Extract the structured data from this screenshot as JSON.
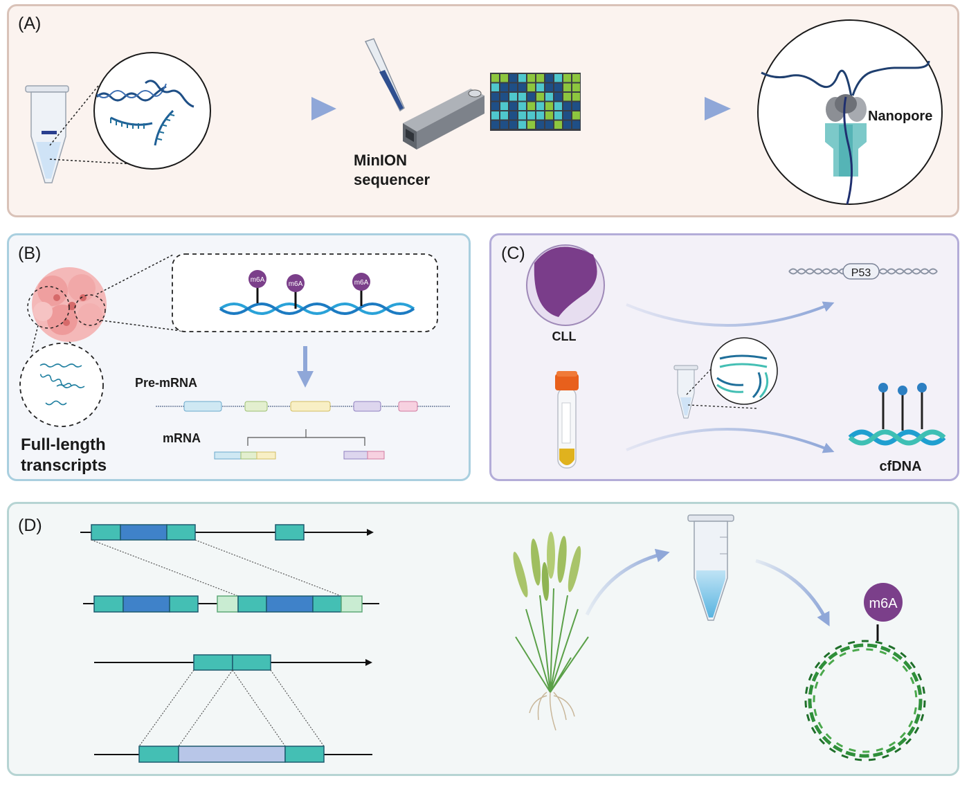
{
  "colors": {
    "panel_a_bg": "#fbf3ef",
    "panel_a_border": "#d9c2b8",
    "panel_b_bg": "#f4f6fa",
    "panel_b_border": "#a9cfdf",
    "panel_c_bg": "#f3f1f8",
    "panel_c_border": "#b3acd8",
    "panel_d_bg": "#f3f7f7",
    "panel_d_border": "#b6d4d3",
    "arrow": "#8fa7d8",
    "teal": "#44bfb4",
    "blue_exon": "#3f82c9",
    "purple_mod": "#7b3f8a",
    "dna_dark": "#1f4f86"
  },
  "panel_a": {
    "label": "(A)",
    "sequencer_line1": "MinION",
    "sequencer_line2": "sequencer",
    "pore_label": "Nanopore"
  },
  "panel_b": {
    "label": "(B)",
    "caption_line1": "Full-length",
    "caption_line2": "transcripts",
    "pre_mrna": "Pre-mRNA",
    "mrna": "mRNA",
    "mod_labels": [
      "m6A",
      "m6A",
      "m6A"
    ]
  },
  "panel_c": {
    "label": "(C)",
    "cell_label": "CLL",
    "gene_label": "P53",
    "dna_label": "cfDNA"
  },
  "panel_d": {
    "label": "(D)",
    "mod_label": "m6A"
  }
}
